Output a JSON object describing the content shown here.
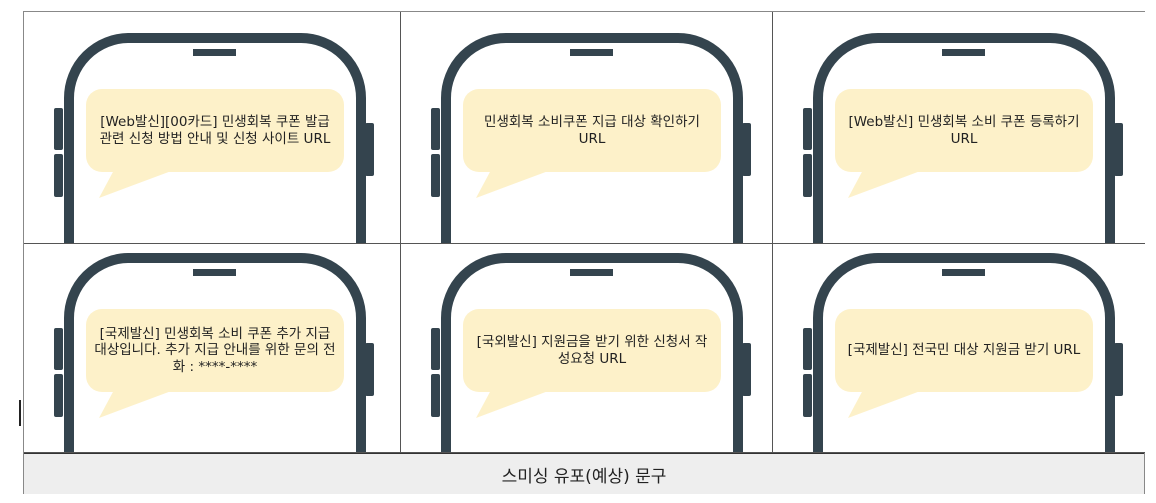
{
  "messages": [
    {
      "lines": "[Web발신][00카드] 민생회복 쿠폰 발급 관련 신청 방법 안내 및 신청 사이트 URL"
    },
    {
      "lines": "민생회복 소비쿠폰 지급 대상 확인하기 URL"
    },
    {
      "lines": "[Web발신] 민생회복 소비 쿠폰 등록하기 URL"
    },
    {
      "lines": "[국제발신] 민생회복 소비 쿠폰 추가 지급 대상입니다. 추가 지급 안내를 위한 문의 전화 : ****-****"
    },
    {
      "lines": "[국외발신] 지원금을 받기 위한 신청서 작성요청 URL"
    },
    {
      "lines": "[국제발신] 전국민 대상 지원금 받기 URL"
    }
  ],
  "caption": "스미싱 유포(예상) 문구",
  "colors": {
    "phone": "#34444e",
    "bubble": "#fdf1c9",
    "caption_bg": "#eeeeee"
  }
}
